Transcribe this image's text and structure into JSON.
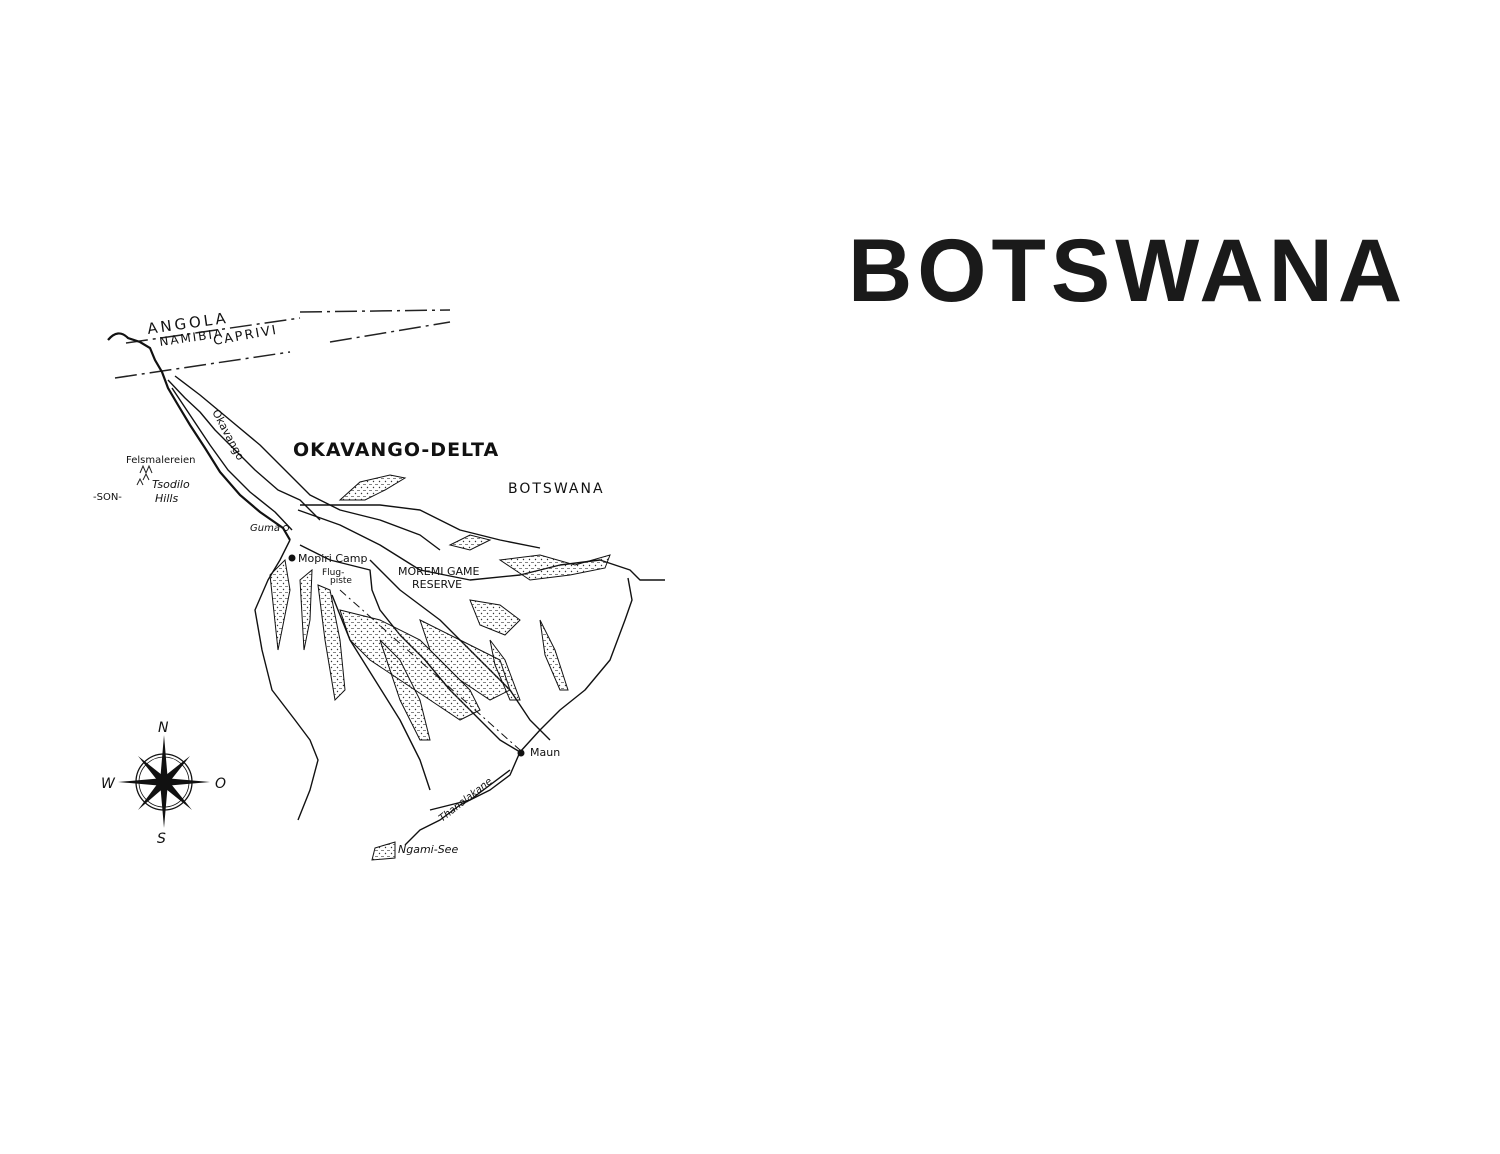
{
  "title": "BOTSWANA",
  "map": {
    "labels": {
      "angola": "ANGOLA",
      "namibia": "NAMIBIA",
      "caprivi": "CAPRIVI",
      "okavango_river": "Okavango",
      "delta_title": "OKAVANGO-DELTA",
      "felsmalereien": "Felsmalereien",
      "tsodilo": "Tsodilo",
      "hills": "Hills",
      "son": "-SON-",
      "botswana": "BOTSWANA",
      "guma": "Guma",
      "mopiri_camp": "Mopiri Camp",
      "flug": "Flug-",
      "piste": "piste",
      "moremi_1": "MOREMI GAME",
      "moremi_2": "RESERVE",
      "maun": "Maun",
      "thanalakane": "Thanalakane",
      "ngami": "Ngami-See"
    },
    "compass": {
      "n": "N",
      "s": "S",
      "w": "W",
      "e": "O"
    }
  }
}
